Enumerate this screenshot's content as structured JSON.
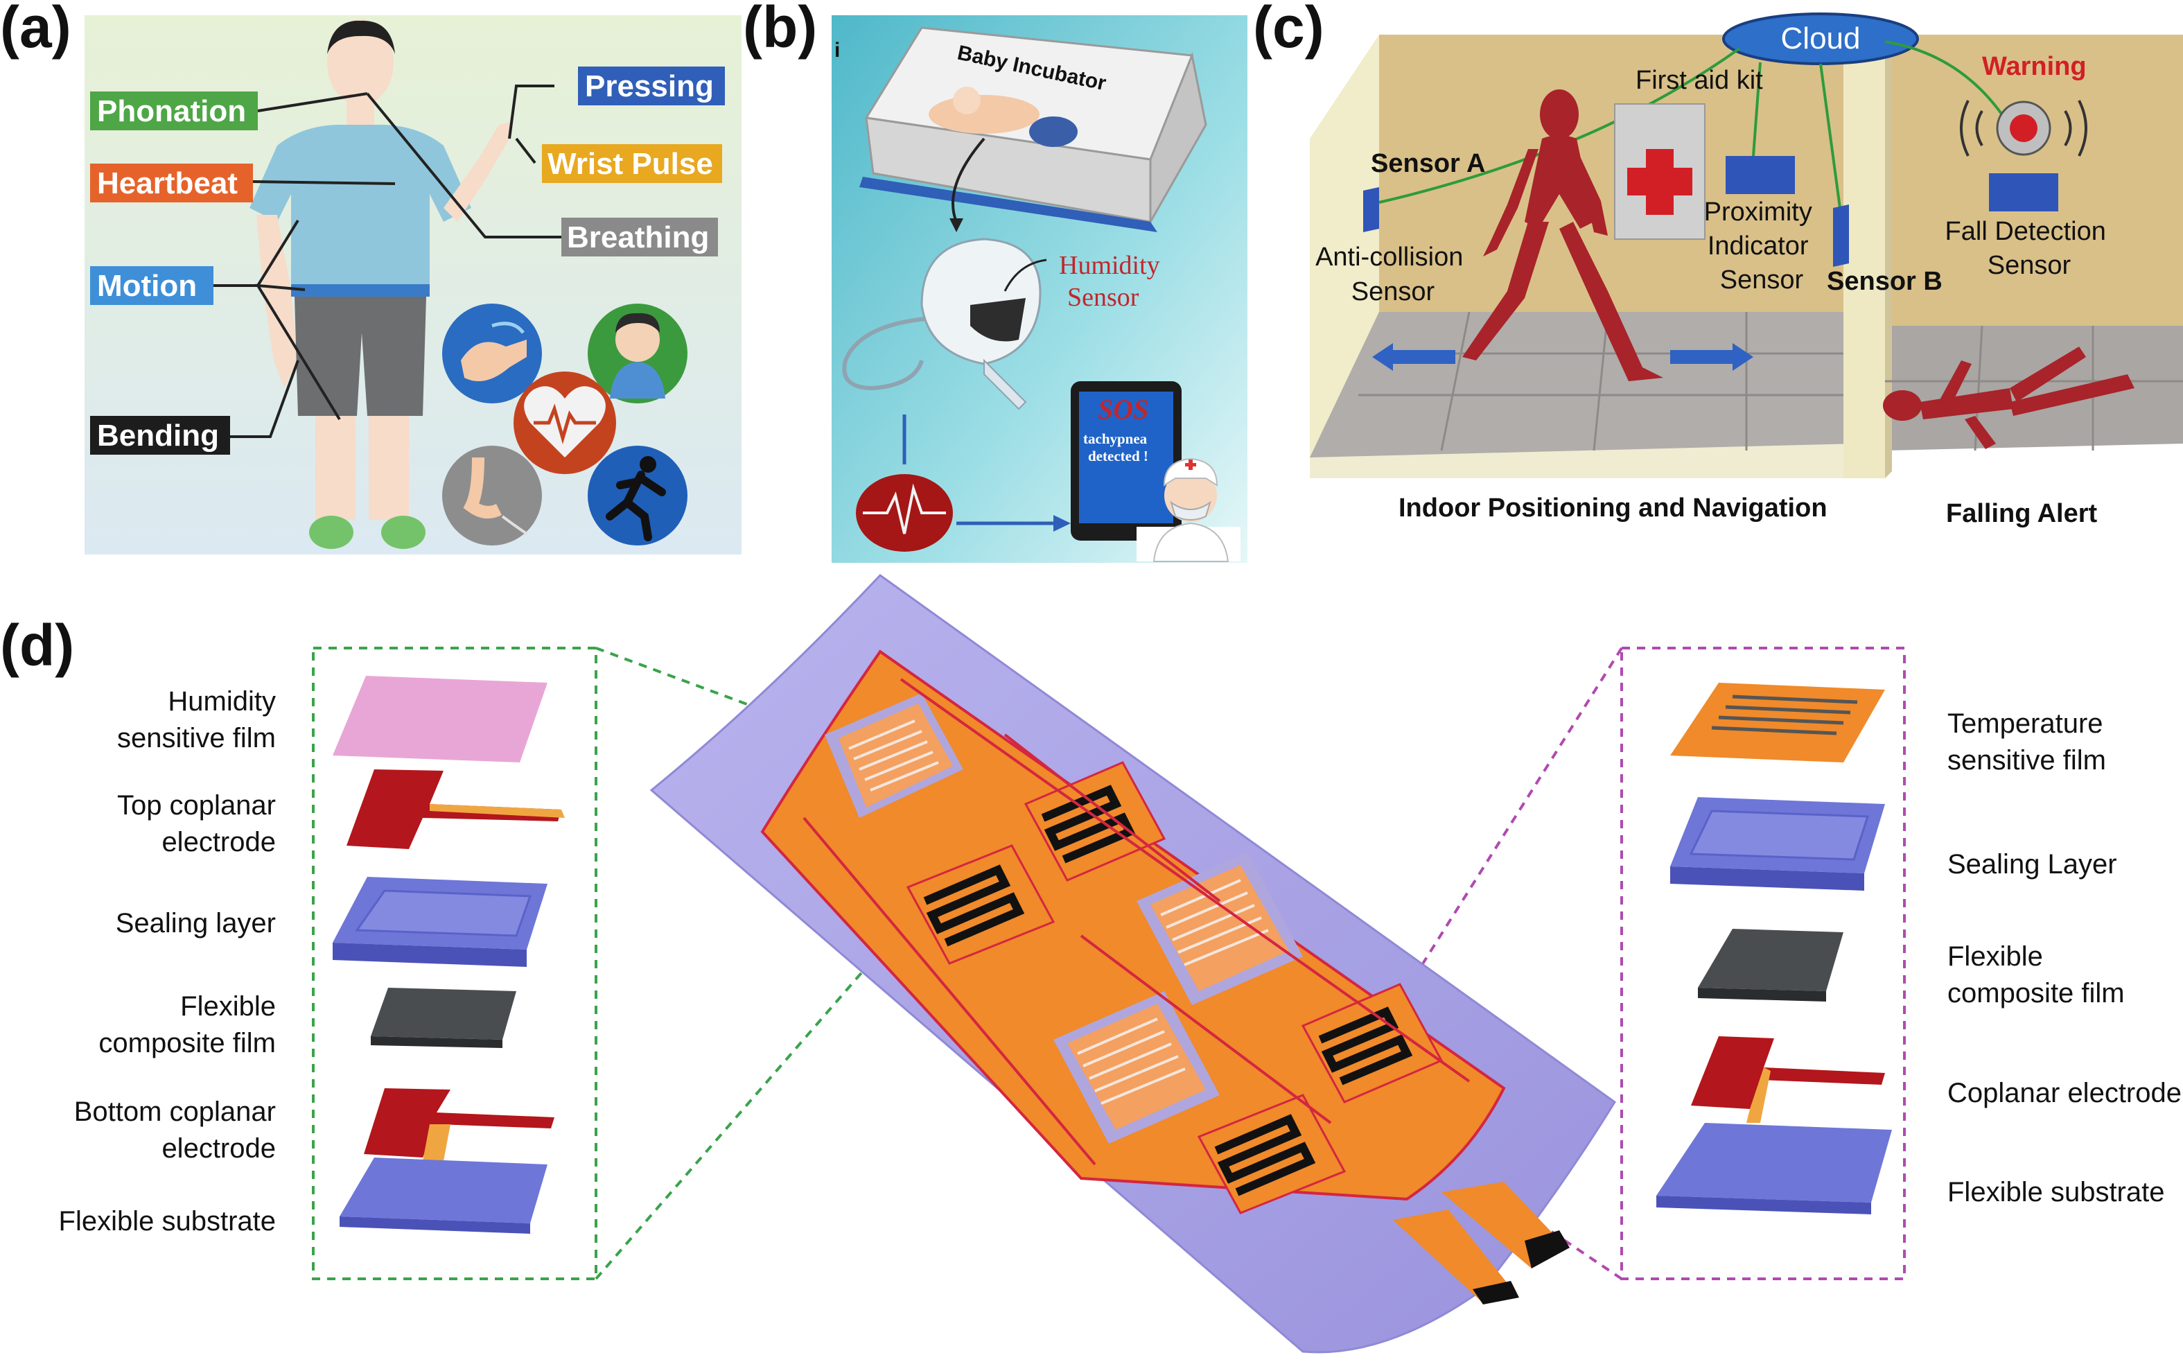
{
  "panels": {
    "a": {
      "label": "(a)",
      "tags": {
        "phonation": "Phonation",
        "heartbeat": "Heartbeat",
        "motion": "Motion",
        "bending": "Bending",
        "pressing": "Pressing",
        "wrist_pulse": "Wrist Pulse",
        "breathing": "Breathing"
      },
      "colors": {
        "phonation": "#4ea646",
        "heartbeat": "#e5632b",
        "motion": "#3e8fd8",
        "bending": "#1d1d1d",
        "pressing": "#2f5fb8",
        "wrist_pulse": "#e8a820",
        "breathing": "#8a8a8a"
      }
    },
    "b": {
      "label": "(b)",
      "sub": "i",
      "incubator": "Baby Incubator",
      "humidity_sensor": "Humidity\nSensor",
      "sos": "SOS",
      "tachypnea": "tachypnea\ndetected !"
    },
    "c": {
      "label": "(c)",
      "cloud": "Cloud",
      "first_aid": "First aid kit",
      "warning": "Warning",
      "sensor_a": "Sensor A",
      "sensor_b": "Sensor B",
      "anti_collision": "Anti-collision\nSensor",
      "proximity": "Proximity\nIndicator\nSensor",
      "fall_detection": "Fall Detection\nSensor",
      "caption_left": "Indoor Positioning and Navigation",
      "caption_right": "Falling Alert"
    },
    "d": {
      "label": "(d)",
      "left_layers": [
        "Humidity\nsensitive film",
        "Top coplanar\nelectrode",
        "Sealing layer",
        "Flexible\ncomposite film",
        "Bottom coplanar\nelectrode",
        "Flexible substrate"
      ],
      "right_layers": [
        "Temperature\nsensitive film",
        "Sealing Layer",
        "Flexible\ncomposite film",
        "Coplanar electrode",
        "Flexible substrate"
      ],
      "colors": {
        "substrate": "#a9a3e2",
        "layer_blue": "#6e76d8",
        "film_orange": "#f08a2a",
        "electrode_red": "#b3161c",
        "composite": "#4a4d50",
        "humidity_pink": "#e8a6d6",
        "green_box": "#3aa34a",
        "magenta_box": "#b04ab0"
      }
    }
  }
}
